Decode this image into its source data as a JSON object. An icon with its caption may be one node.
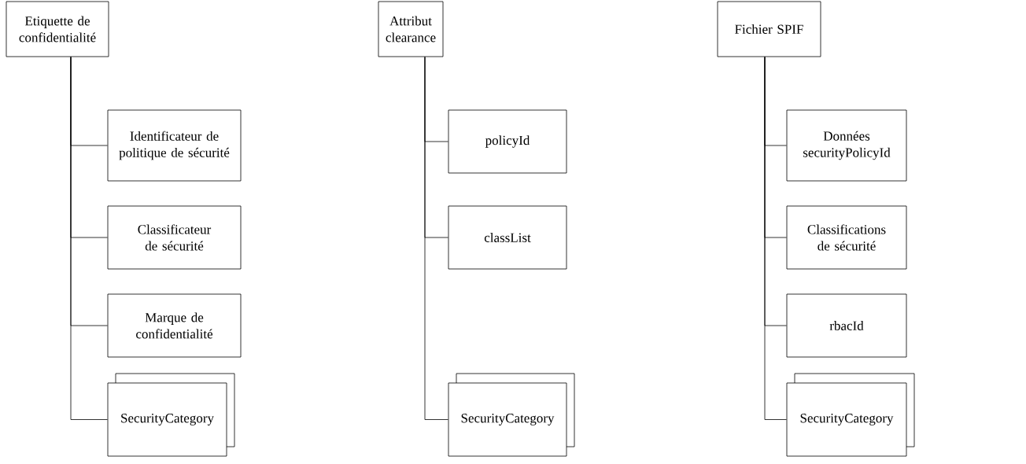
{
  "diagram": {
    "nodes": [
      {
        "text": [
          "Etiquette de confidentialité"
        ]
      },
      {
        "text": [
          "Identificateur de politique de sécurité"
        ]
      },
      {
        "text": [
          "Classificateur de sécurité"
        ]
      },
      {
        "text": [
          "Marque de confidentialité"
        ]
      },
      {
        "text": [
          "SecurityCategory"
        ]
      },
      {
        "text": [
          "Attribut clearance"
        ]
      },
      {
        "text": [
          "policyId"
        ]
      },
      {
        "text": [
          "classList"
        ]
      },
      {
        "text": [
          "SecurityCategory"
        ]
      },
      {
        "text": [
          "Fichier SPIF"
        ]
      },
      {
        "text": [
          "Données securityPolicyId"
        ]
      },
      {
        "text": [
          "Classifications de sécurité"
        ]
      },
      {
        "text": [
          "rbacId"
        ]
      },
      {
        "text": [
          "SecurityCategory"
        ]
      }
    ],
    "edges": [
      {
        "from": 0,
        "to": 1,
        "arrow": "none"
      },
      {
        "from": 0,
        "to": 2,
        "arrow": "none"
      },
      {
        "from": 0,
        "to": 3,
        "arrow": "none"
      },
      {
        "from": 0,
        "to": 4,
        "arrow": "none"
      },
      {
        "from": 5,
        "to": 6,
        "arrow": "none"
      },
      {
        "from": 5,
        "to": 7,
        "arrow": "none"
      },
      {
        "from": 5,
        "to": 8,
        "arrow": "none"
      },
      {
        "from": 9,
        "to": 10,
        "arrow": "none"
      },
      {
        "from": 9,
        "to": 11,
        "arrow": "none"
      },
      {
        "from": 9,
        "to": 12,
        "arrow": "none"
      },
      {
        "from": 9,
        "to": 13,
        "arrow": "none"
      }
    ]
  }
}
